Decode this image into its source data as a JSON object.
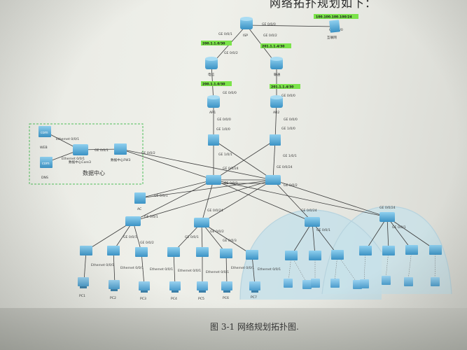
{
  "top_text": "网络拓扑规划如下：",
  "caption": "图 3-1  网络规划拓扑图.",
  "datacenter_label": "数据中心",
  "ip_labels": {
    "isp_link": "100.100.100.100/24",
    "left_up": "200.1.1.0/30",
    "right_up": "201.1.1.4/30",
    "left_down": "200.1.1.0/30",
    "right_down": "201.1.1.4/30"
  },
  "devices": {
    "isp": "ISP",
    "server": "互联网",
    "r1": "电信",
    "r2": "联通",
    "fw1": "AR1",
    "fw2": "AR2",
    "web": "WEB",
    "dns": "DNS",
    "dc_sw": "数据中心Core3",
    "dc_fw": "数据中心FW3",
    "ac": "AC",
    "pc1": "PC1",
    "pc2": "PC2",
    "pc3": "PC3",
    "pc4": "PC4",
    "pc5": "PC5",
    "pc6": "PC6",
    "pc7": "PC7"
  },
  "ports": {
    "isp_a": "GE 0/0/0",
    "isp_b": "GE 0/0/1",
    "isp_c": "GE 0/0/2",
    "r_a": "GE 0/0/1",
    "r_b": "GE 0/0/2",
    "fw_a": "GE 0/0/0",
    "fw_b": "GE 0/0/1",
    "fw_c": "GE 1/0/0",
    "fw_d": "GE 1/0/1",
    "core_a": "GE 0/0/24",
    "core_b": "GE 0/0/1",
    "core_c": "GE 0/0/2",
    "acc_a": "GE 0/0/1",
    "acc_b": "GE 0/0/2",
    "acc_c": "GE 0/0/3",
    "eth": "Ethernet 0/0/1",
    "dc_a": "GE 0/0/2",
    "dc_b": "GE 0/0/1",
    "ac_a": "GE 0/0/1"
  },
  "colors": {
    "device": "#4fa8d3",
    "device_dark": "#2d7fae",
    "ip_label_bg": "#7be34a",
    "link": "#3a3a3a",
    "dc_border": "#4fbf5a",
    "wireless_area": "#c9e4ee"
  }
}
